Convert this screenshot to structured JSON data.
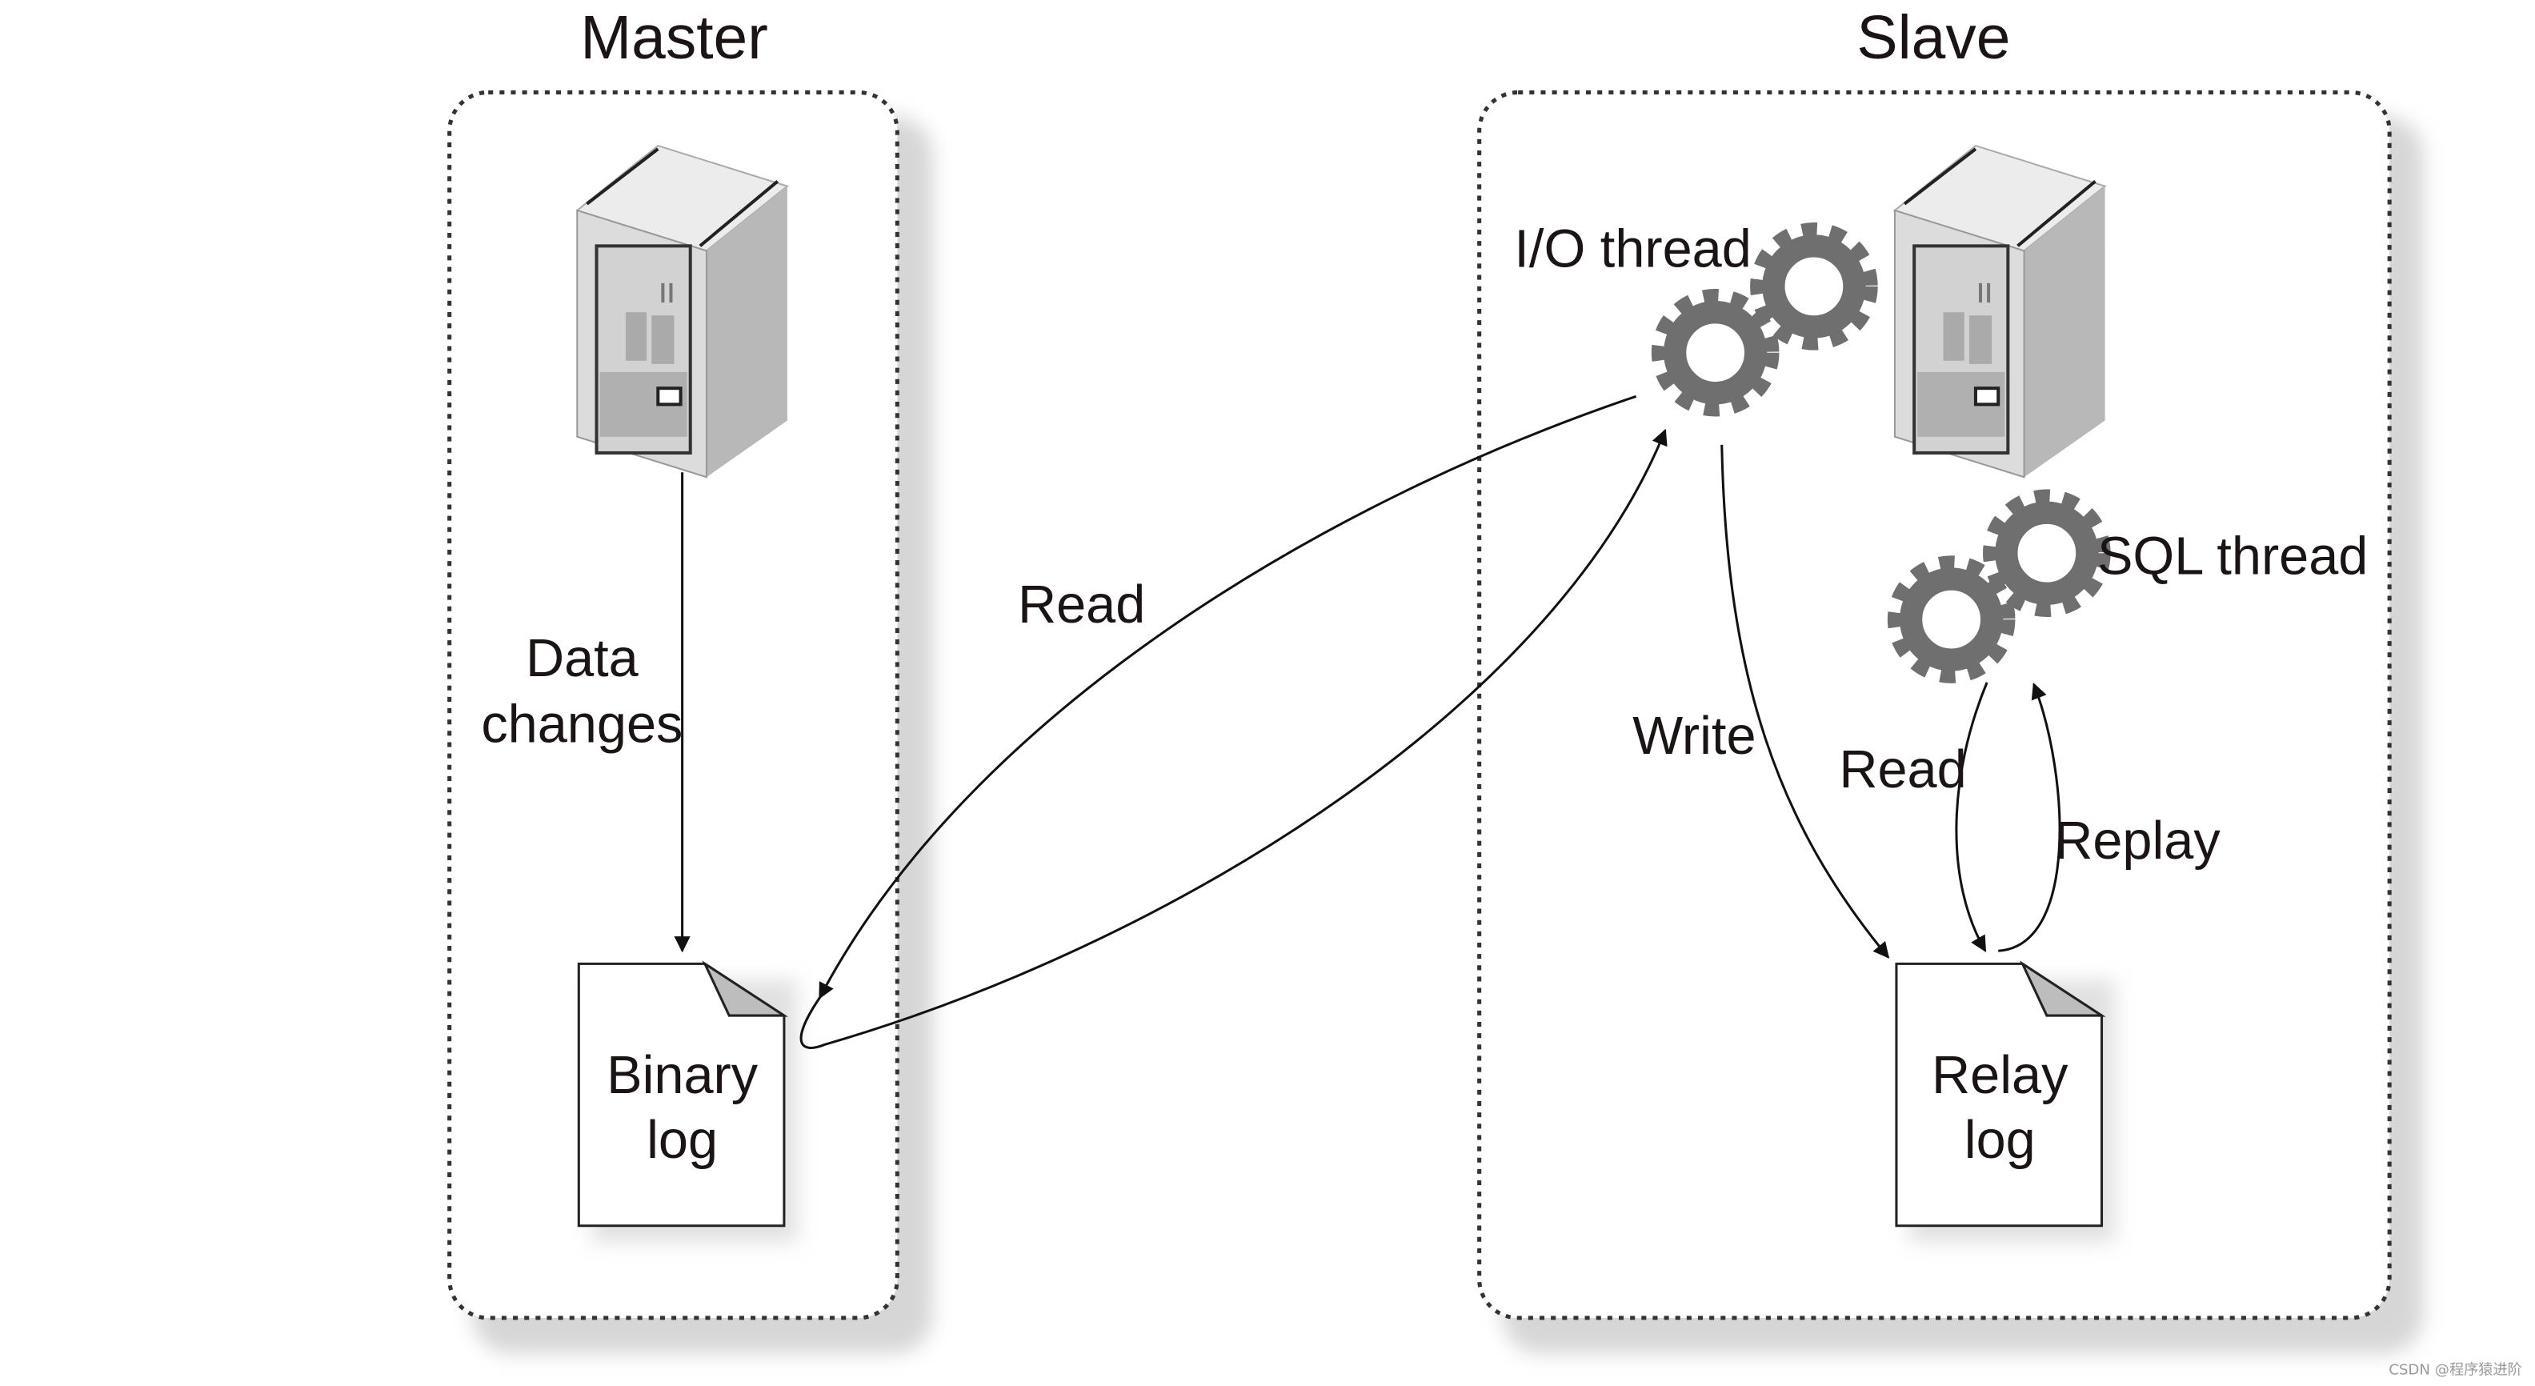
{
  "master": {
    "title": "Master",
    "data_changes": [
      "Data",
      "changes"
    ],
    "binary_log": [
      "Binary",
      "log"
    ]
  },
  "slave": {
    "title": "Slave",
    "io_thread": "I/O thread",
    "sql_thread": "SQL thread",
    "relay_log": [
      "Relay",
      "log"
    ],
    "write_label": "Write",
    "read_label": "Read",
    "replay_label": "Replay"
  },
  "read_label": "Read",
  "watermark": "CSDN @程序猿进阶",
  "colors": {
    "gear": "#6f6f6f",
    "line": "#111111",
    "box_border": "#333333"
  }
}
